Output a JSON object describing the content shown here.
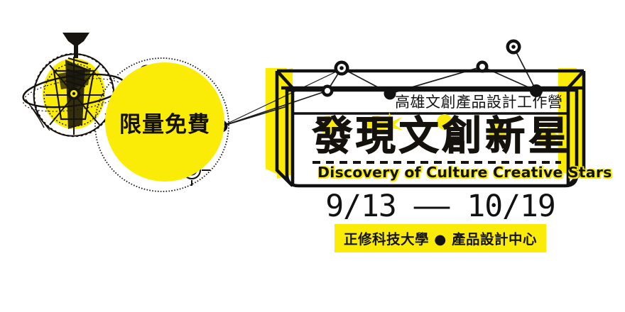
{
  "poster": {
    "badge": {
      "label": "限量免費",
      "circle_color": "#FBEC07"
    },
    "box": {
      "kicker": "高雄文創產品設計工作營",
      "title_chars": [
        "發",
        "現",
        "文",
        "創",
        "新",
        "星"
      ],
      "title_full": "發現文創新星",
      "subtitle": "Discovery of Culture Creative Stars",
      "dates": "9/13 —— 10/19",
      "date_start": "9/13",
      "date_end": "10/19",
      "venue": "正修科技大學  ●  產品設計中心",
      "venue_institution": "正修科技大學",
      "venue_place": "產品設計中心"
    },
    "colors": {
      "yellow": "#FBEC07",
      "ink": "#141414",
      "paper": "#FFFFFF"
    },
    "decor": {
      "armillary_sphere": "astrolabe-illustration",
      "node_markers": [
        "ring-dot",
        "hollow-ring",
        "solid-dot",
        "target-reticle"
      ]
    }
  }
}
